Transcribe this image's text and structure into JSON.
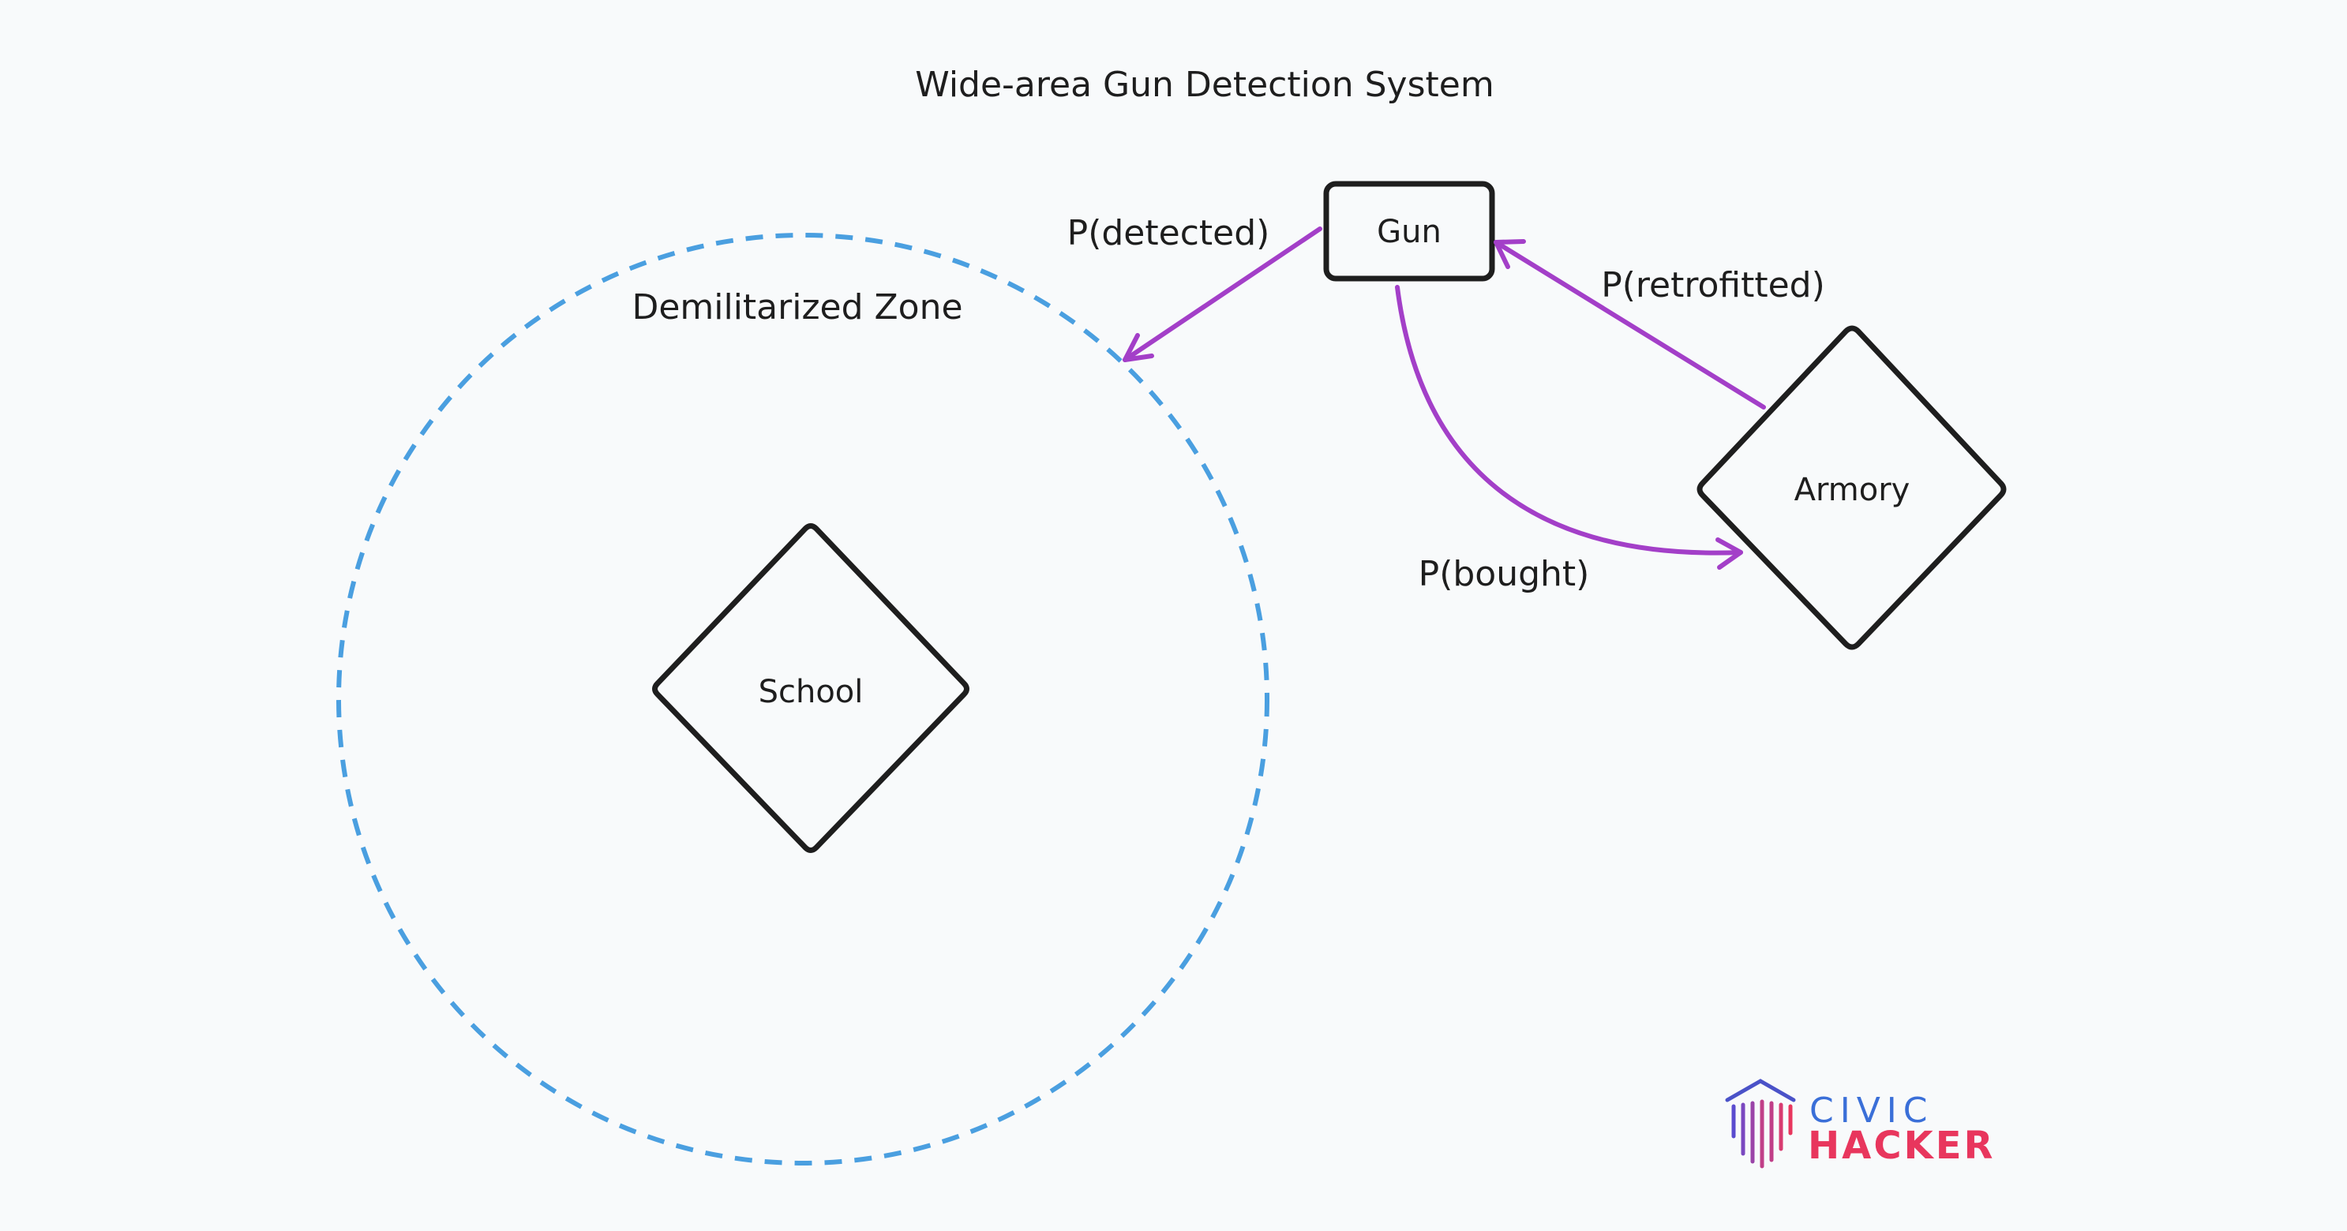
{
  "diagram": {
    "title": "Wide-area Gun Detection System",
    "zone_label": "Demilitarized Zone",
    "nodes": {
      "gun": "Gun",
      "school": "School",
      "armory": "Armory"
    },
    "edges": {
      "detected": "P(detected)",
      "retrofitted": "P(retrofitted)",
      "bought": "P(bought)"
    }
  },
  "logo": {
    "line1": "CIVIC",
    "line2": "HACKER"
  },
  "colors": {
    "arrow": "#a33fc8",
    "zone": "#4a9fe0",
    "shape_stroke": "#1e1e1e",
    "background": "#f8fafb",
    "logo_top": "#3a6fd8",
    "logo_bottom": "#e8365d"
  }
}
